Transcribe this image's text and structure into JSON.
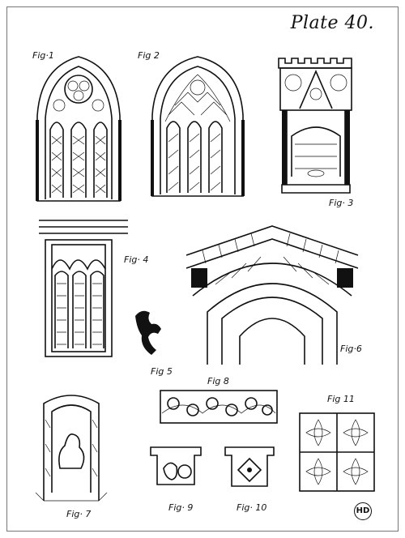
{
  "plate": {
    "title": "Plate 40."
  },
  "figures": [
    {
      "id": "fig1",
      "label": "Fig·1"
    },
    {
      "id": "fig2",
      "label": "Fig 2"
    },
    {
      "id": "fig3",
      "label": "Fig· 3"
    },
    {
      "id": "fig4",
      "label": "Fig· 4"
    },
    {
      "id": "fig5",
      "label": "Fig 5"
    },
    {
      "id": "fig6",
      "label": "Fig·6"
    },
    {
      "id": "fig7",
      "label": "Fig· 7"
    },
    {
      "id": "fig8",
      "label": "Fig 8"
    },
    {
      "id": "fig9",
      "label": "Fig· 9"
    },
    {
      "id": "fig10",
      "label": "Fig· 10"
    },
    {
      "id": "fig11",
      "label": "Fig 11"
    }
  ],
  "colors": {
    "ink": "#111111",
    "paper": "#ffffff"
  },
  "icons": {
    "monogram": "artist-monogram-icon"
  }
}
